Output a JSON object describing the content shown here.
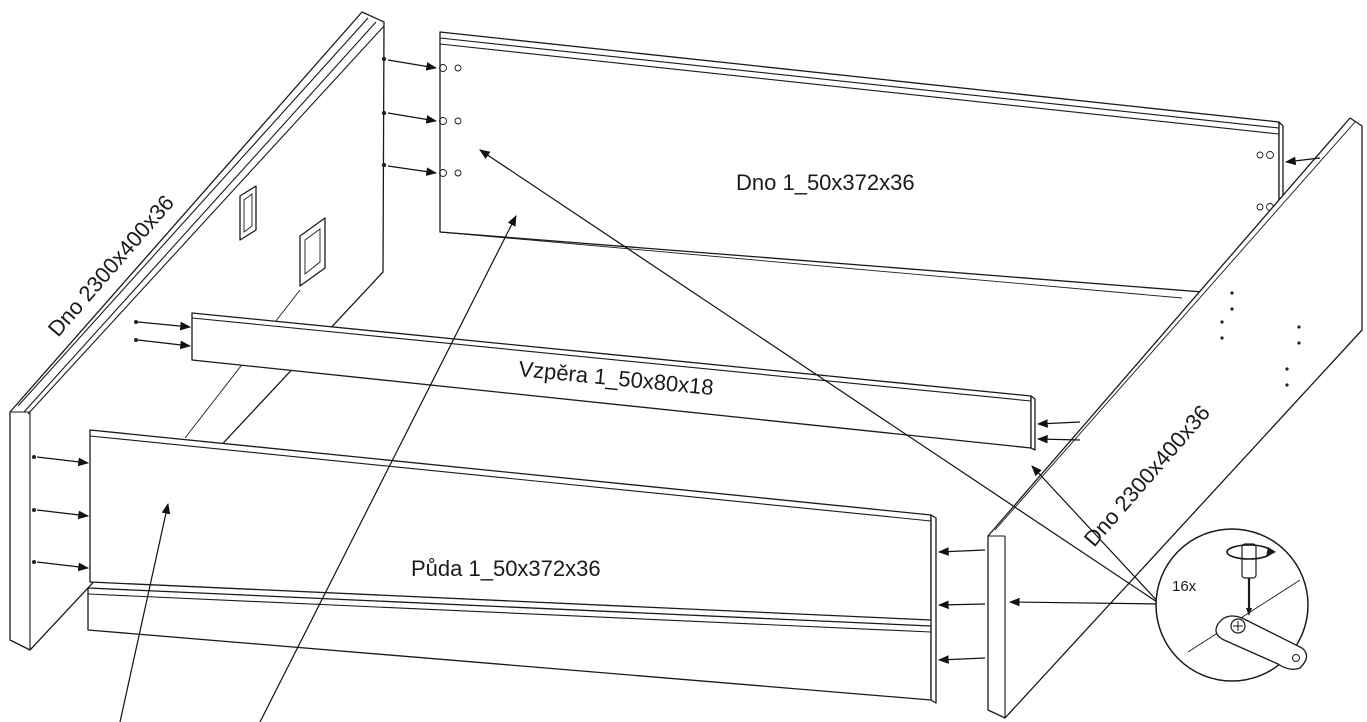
{
  "labels": {
    "left_side": "Dno 2300x400x36",
    "right_side": "Dno 2300x400x36",
    "back_panel": "Dno 1_50x372x36",
    "strut": "Vzpěra 1_50x80x18",
    "front_panel": "Půda 1_50x372x36",
    "screw_count": "16x"
  },
  "colors": {
    "line": "#1a1a1a",
    "background": "#ffffff"
  },
  "icons": [
    "screwdriver-icon",
    "rotation-arrow-icon",
    "hinge-plate-icon"
  ]
}
